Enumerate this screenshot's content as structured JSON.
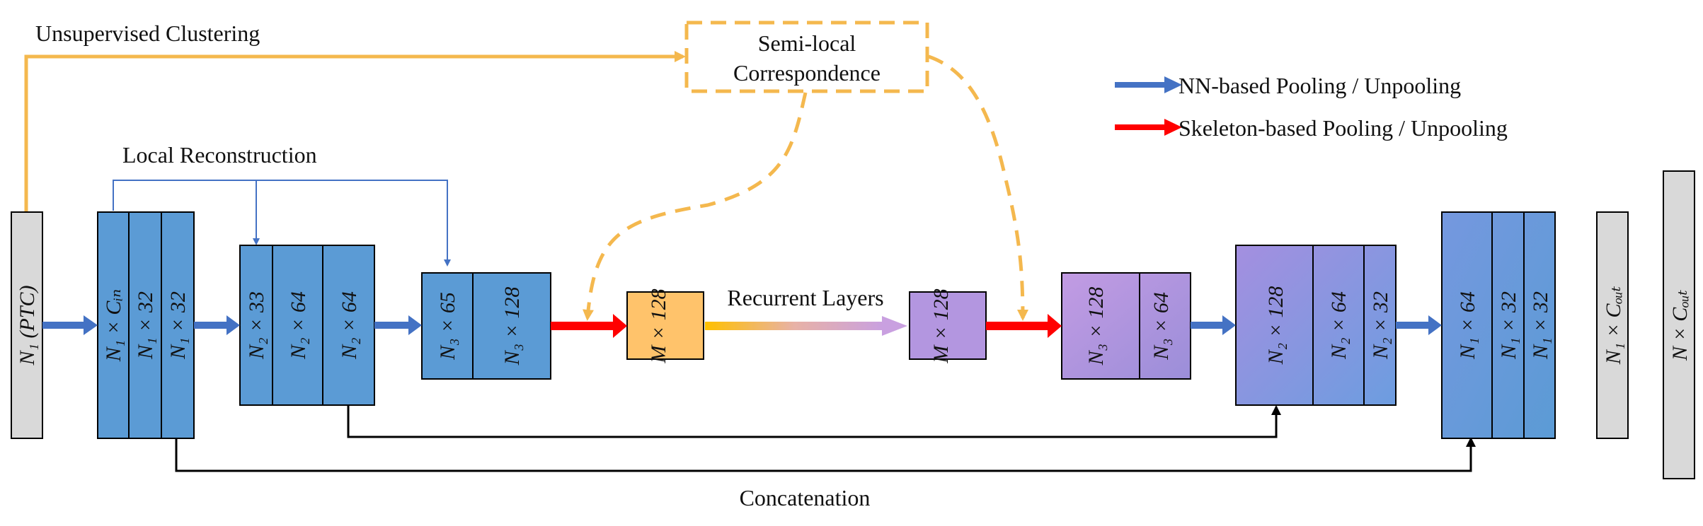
{
  "labels": {
    "unsupervised": "Unsupervised Clustering",
    "semilocal_line1": "Semi-local",
    "semilocal_line2": "Correspondence",
    "legend_nn": "NN-based Pooling / Unpooling",
    "legend_skel": "Skeleton-based Pooling / Unpooling",
    "local_recon": "Local Reconstruction",
    "recurrent": "Recurrent Layers",
    "concat": "Concatenation"
  },
  "colors": {
    "blue": "#5b9bd5",
    "blue_arrow": "#4472c4",
    "red": "#ff0000",
    "orange": "#f4b84e",
    "orange_light": "#ffc36b",
    "purple": "#b396e0",
    "gray": "#d9d9d9"
  },
  "blocks": {
    "input": "N₁ (PTC)",
    "enc1": [
      "N₁ × Cᵢₙ",
      "N₁ × 32",
      "N₁ × 32"
    ],
    "enc2": [
      "N₂ × 33",
      "N₂ × 64",
      "N₂ × 64"
    ],
    "enc3": [
      "N₃ × 65",
      "N₃ × 128"
    ],
    "mid1": "M × 128",
    "mid2": "M × 128",
    "dec3": [
      "N₃ × 128",
      "N₃ × 64"
    ],
    "dec2": [
      "N₂ × 128",
      "N₂ × 64",
      "N₂ × 32"
    ],
    "dec1": [
      "N₁ × 64",
      "N₁ × 32",
      "N₁ × 32"
    ],
    "out1": "N₁ × Cₒᵤₜ",
    "out2": "N × Cₒᵤₜ"
  }
}
